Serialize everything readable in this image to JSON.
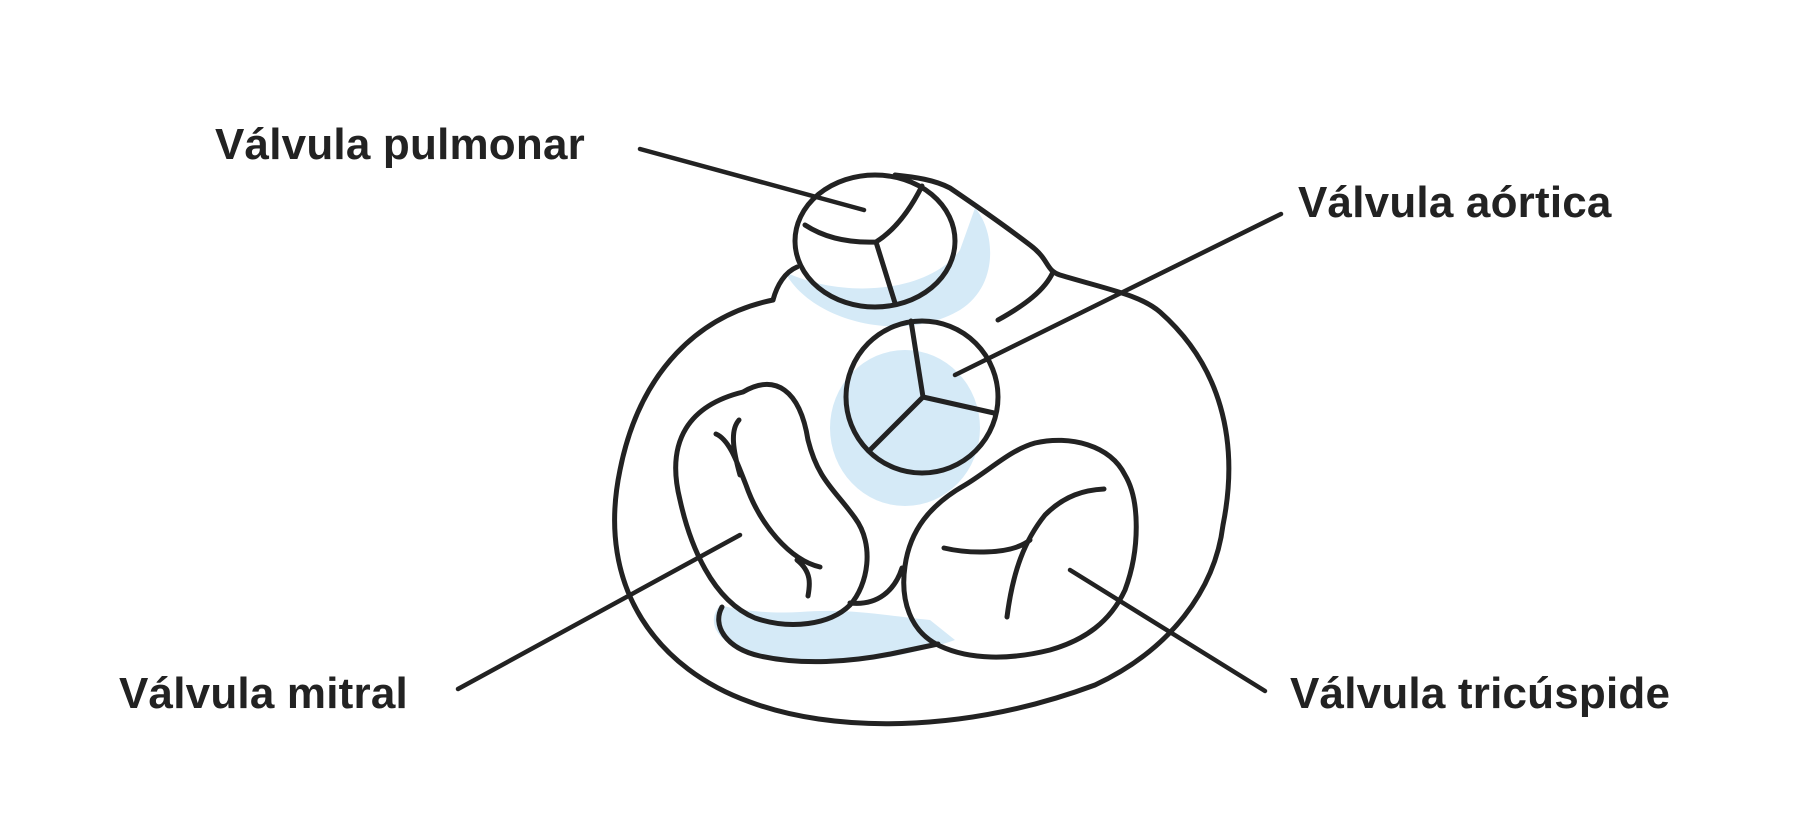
{
  "colors": {
    "ink": "#222222",
    "valve_fill": "#9fd2ee",
    "shadow_fill": "#d5eaf7",
    "background": "#ffffff"
  },
  "labels": {
    "pulmonary": "Válvula pulmonar",
    "aortic": "Válvula aórtica",
    "mitral": "Válvula mitral",
    "tricuspid": "Válvula tricúspide"
  }
}
